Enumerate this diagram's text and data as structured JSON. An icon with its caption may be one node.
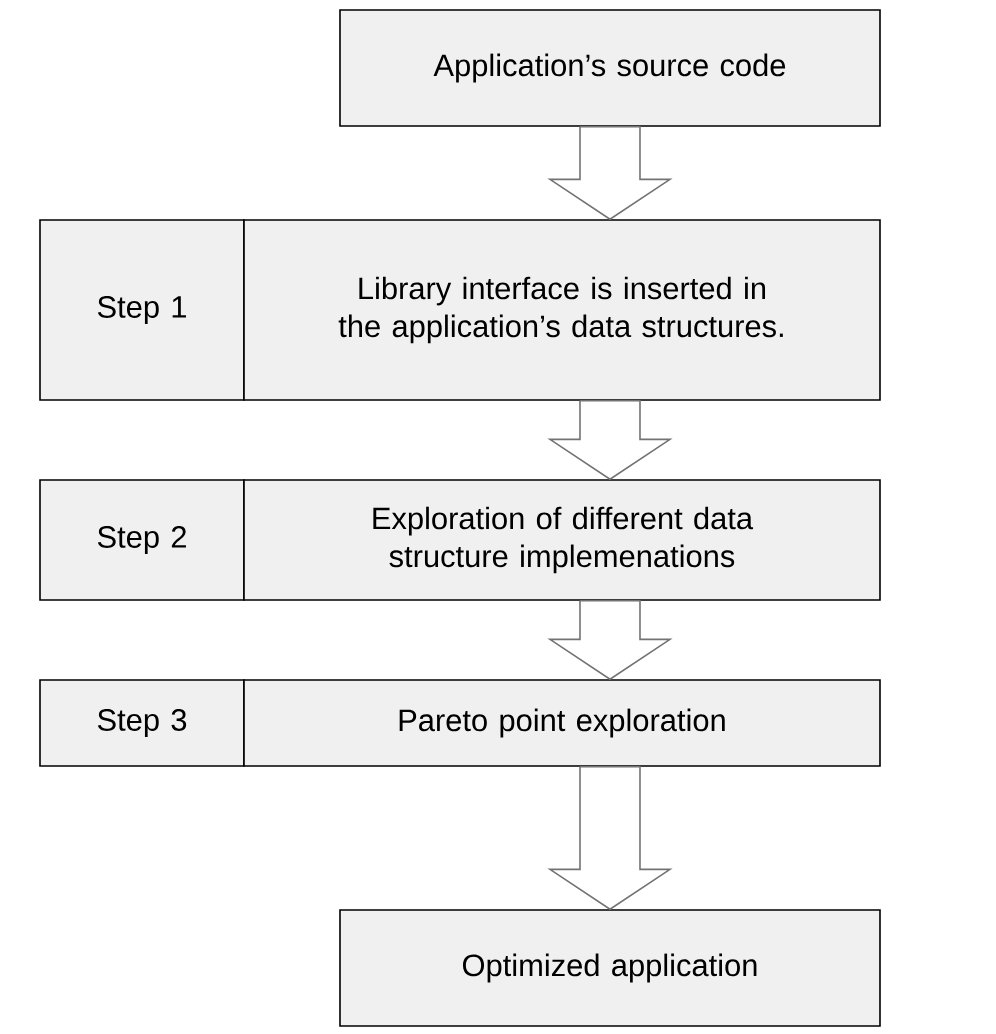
{
  "diagram": {
    "nodes": [
      {
        "text": [
          "Application’s source code"
        ]
      },
      {
        "text": [
          "Step 1"
        ]
      },
      {
        "text": [
          "Library interface is inserted in the application’s data structures."
        ]
      },
      {
        "text": [
          "Step 2"
        ]
      },
      {
        "text": [
          "Exploration of different data structure implemenations"
        ]
      },
      {
        "text": [
          "Step 3"
        ]
      },
      {
        "text": [
          "Pareto point exploration"
        ]
      },
      {
        "text": [
          "Optimized application"
        ]
      }
    ],
    "edges": [
      {
        "from": 0,
        "to": 2,
        "arrow": "to"
      },
      {
        "from": 2,
        "to": 4,
        "arrow": "to"
      },
      {
        "from": 4,
        "to": 6,
        "arrow": "to"
      },
      {
        "from": 6,
        "to": 7,
        "arrow": "to"
      }
    ]
  }
}
